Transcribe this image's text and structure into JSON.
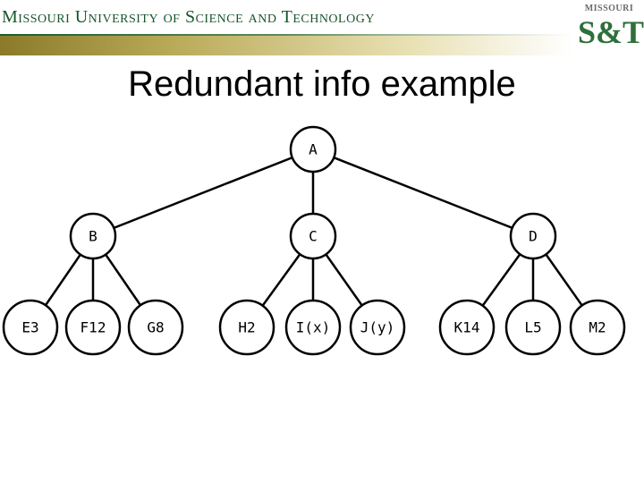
{
  "header": {
    "university_name": "Missouri University of Science and Technology",
    "logo_top": "MISSOURI",
    "logo_mark": "S&T",
    "colors": {
      "green": "#17552b",
      "gold": "#b9aa58"
    }
  },
  "slide": {
    "title": "Redundant info example"
  },
  "tree": {
    "nodes": {
      "a": "A",
      "b": "B",
      "c": "C",
      "d": "D",
      "e": "E3",
      "f": "F12",
      "g": "G8",
      "h": "H2",
      "i": "I(x)",
      "j": "J(y)",
      "k": "K14",
      "l": "L5",
      "m": "M2"
    }
  }
}
